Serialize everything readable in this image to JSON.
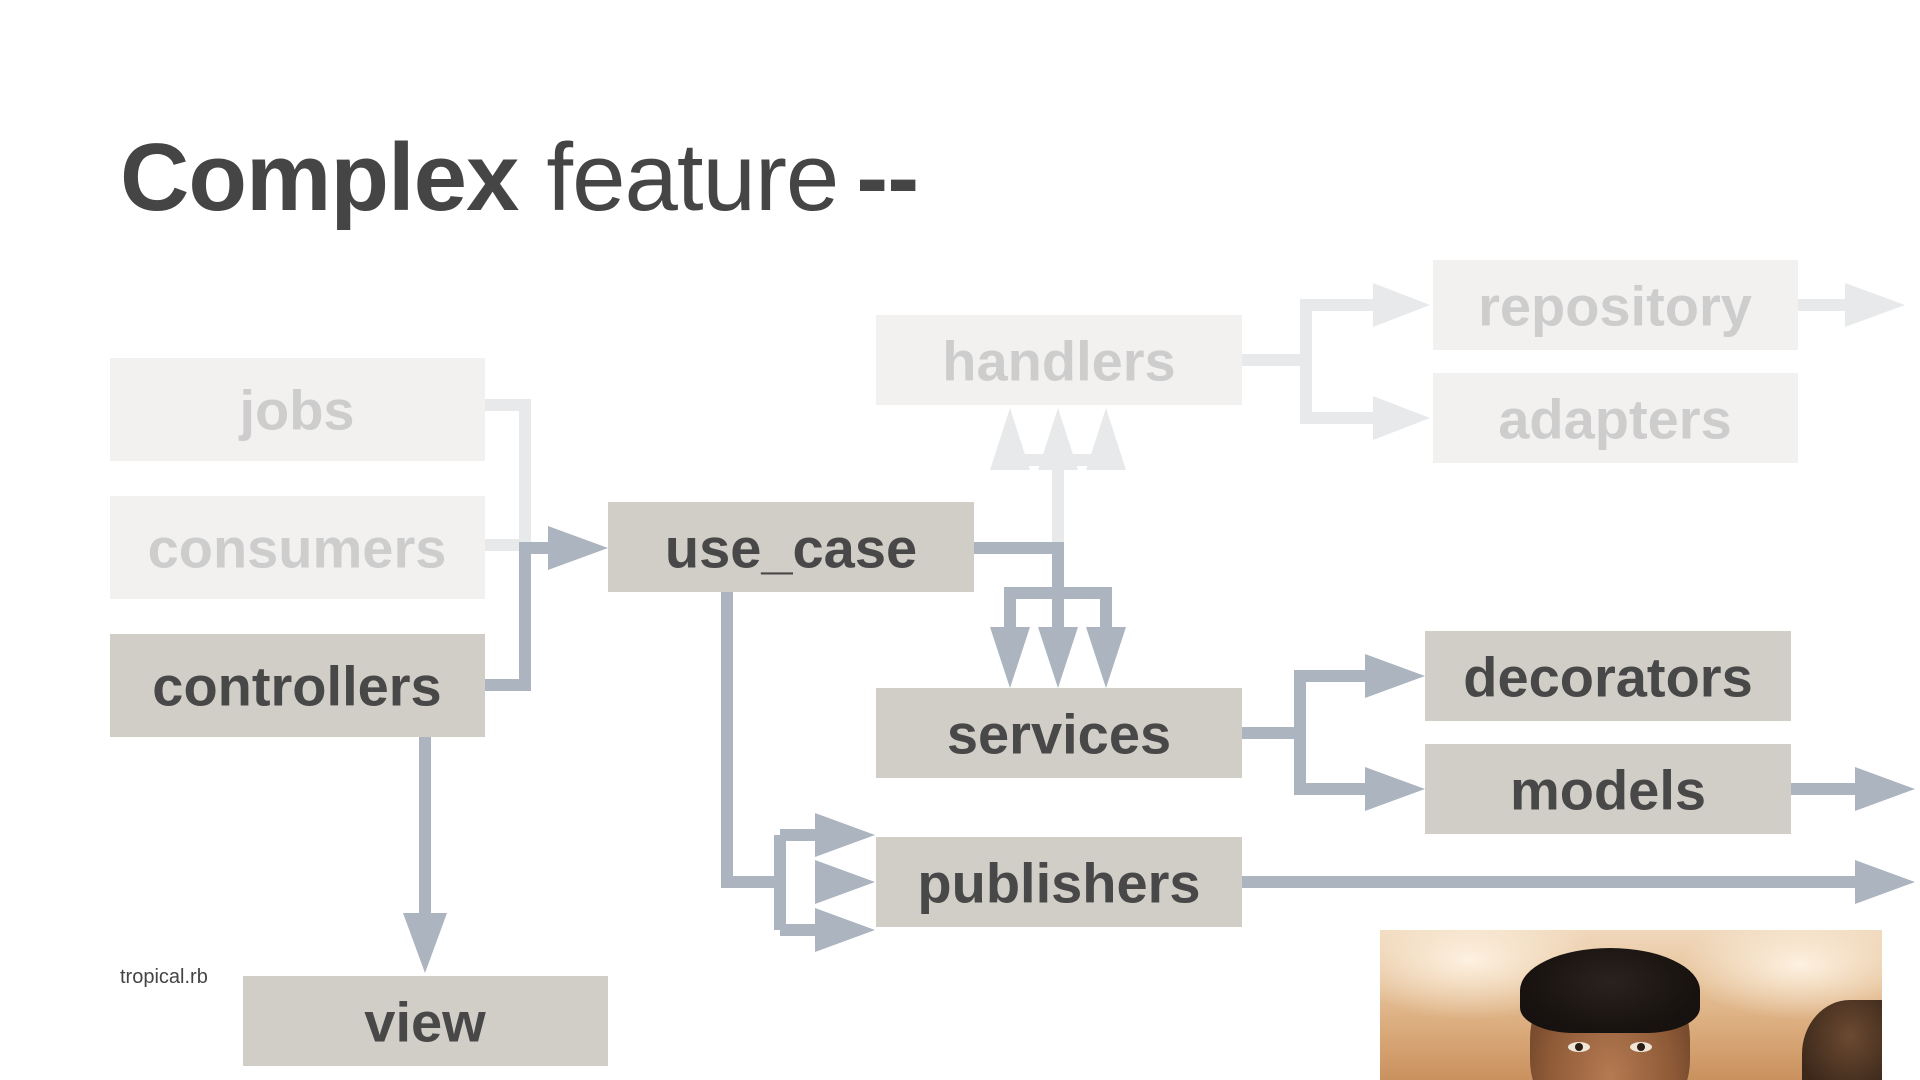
{
  "slide": {
    "title_bold": "Complex",
    "title_light": "feature",
    "title_dash": "--",
    "footer": "tropical.rb"
  },
  "diagram": {
    "nodes": {
      "jobs": "jobs",
      "consumers": "consumers",
      "controllers": "controllers",
      "view": "view",
      "use_case": "use_case",
      "handlers": "handlers",
      "repository": "repository",
      "adapters": "adapters",
      "services": "services",
      "decorators": "decorators",
      "models": "models",
      "publishers": "publishers"
    },
    "colors": {
      "active_box": "#d1cec7",
      "active_text": "#484848",
      "faded_box": "#f2f1ef",
      "faded_text": "#cdcdcd",
      "active_arrow": "#abb4bf",
      "faded_arrow": "#e7e9eb",
      "title": "#454545"
    }
  },
  "photo": {
    "icon": "spartan-warrior-photo"
  }
}
